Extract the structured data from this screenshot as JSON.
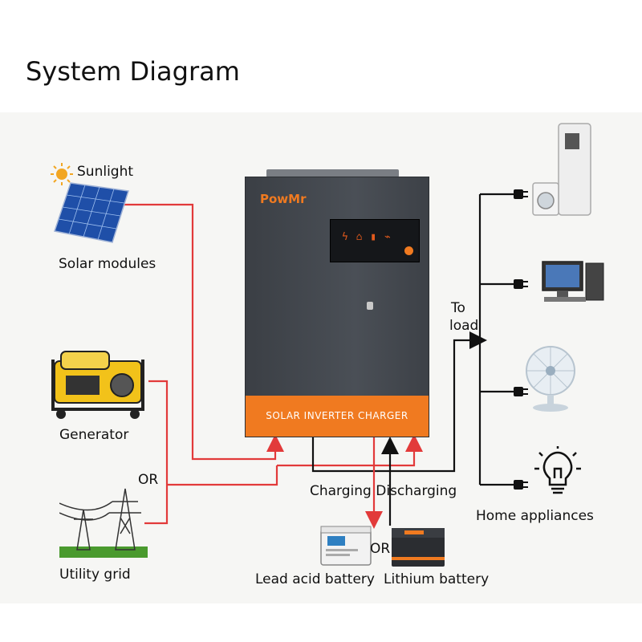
{
  "title": "System Diagram",
  "inverter": {
    "brand": "PowMr",
    "display": "ϟ ⌂ ▮ ⌁",
    "label": "SOLAR INVERTER CHARGER"
  },
  "sources": {
    "sunlight": "Sunlight",
    "solar": "Solar modules",
    "generator": "Generator",
    "or": "OR",
    "grid": "Utility grid"
  },
  "batteries": {
    "charging": "Charging  Discharging",
    "lead_acid": "Lead acid battery",
    "or": "OR",
    "lithium": "Lithium battery"
  },
  "load": {
    "to_load_line1": "To",
    "to_load_line2": "load",
    "appliances": "Home appliances"
  },
  "colors": {
    "ac_wire": "#e23a3a",
    "dc_wire": "#111111",
    "accent": "#f07a20",
    "inverter_body": "#43484e"
  }
}
